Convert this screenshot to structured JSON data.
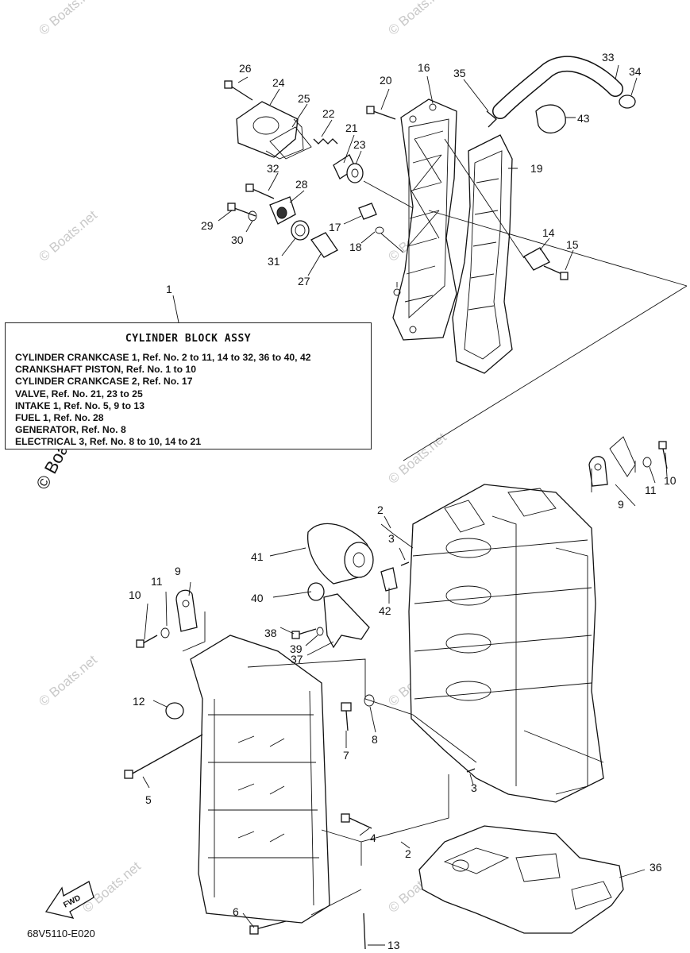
{
  "legend": {
    "title": "CYLINDER BLOCK ASSY",
    "lines": [
      "CYLINDER CRANKCASE 1, Ref. No. 2 to 11, 14 to 32, 36 to 40, 42",
      "CRANKSHAFT PISTON,  Ref. No. 1 to 10",
      "CYLINDER CRANKCASE 2,  Ref. No. 17",
      "VALVE,  Ref. No. 21, 23 to 25",
      "INTAKE 1,  Ref. No. 5, 9 to 13",
      "FUEL 1,  Ref. No. 28",
      "GENERATOR,  Ref. No. 8",
      "ELECTRICAL 3,  Ref. No. 8 to 10, 14 to 21"
    ]
  },
  "callouts": {
    "n1": "1",
    "n2a": "2",
    "n2b": "2",
    "n3a": "3",
    "n3b": "3",
    "n4": "4",
    "n5": "5",
    "n6": "6",
    "n7": "7",
    "n8": "8",
    "n9a": "9",
    "n9b": "9",
    "n10a": "10",
    "n10b": "10",
    "n11a": "11",
    "n11b": "11",
    "n12": "12",
    "n13": "13",
    "n14": "14",
    "n15": "15",
    "n16": "16",
    "n17": "17",
    "n18": "18",
    "n19": "19",
    "n20": "20",
    "n21": "21",
    "n22": "22",
    "n23": "23",
    "n24": "24",
    "n25": "25",
    "n26": "26",
    "n27": "27",
    "n28": "28",
    "n29": "29",
    "n30": "30",
    "n31": "31",
    "n32": "32",
    "n33": "33",
    "n34": "34",
    "n35": "35",
    "n36": "36",
    "n37": "37",
    "n38": "38",
    "n39": "39",
    "n40": "40",
    "n41": "41",
    "n42": "42",
    "n43": "43"
  },
  "fwd_label": "FWD",
  "diagram_code": "68V5110-E020",
  "watermark": "© Boats.net"
}
